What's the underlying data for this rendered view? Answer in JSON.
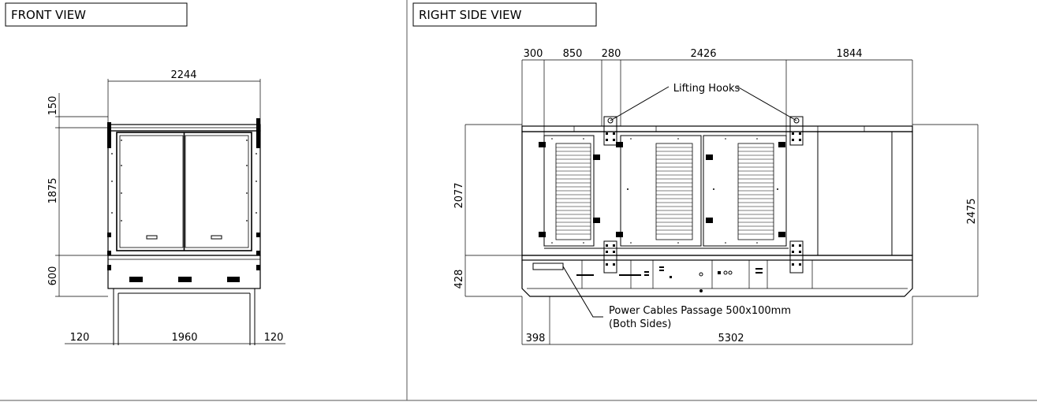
{
  "front_view": {
    "title": "FRONT VIEW",
    "dims": {
      "overall_width": "2244",
      "roof": "150",
      "body_height": "1875",
      "base_height": "600",
      "left_overhang": "120",
      "inner_width": "1960",
      "right_overhang": "120"
    }
  },
  "side_view": {
    "title": "RIGHT SIDE VIEW",
    "dims": {
      "top_a": "300",
      "top_b": "850",
      "top_c": "280",
      "top_d": "2426",
      "top_e": "1844",
      "left_height": "2077",
      "base_height": "428",
      "right_height": "2475",
      "bottom_left": "398",
      "bottom_total": "5302"
    },
    "labels": {
      "lifting_hooks": "Lifting Hooks",
      "cables_line1": "Power Cables Passage 500x100mm",
      "cables_line2": "(Both Sides)"
    }
  }
}
